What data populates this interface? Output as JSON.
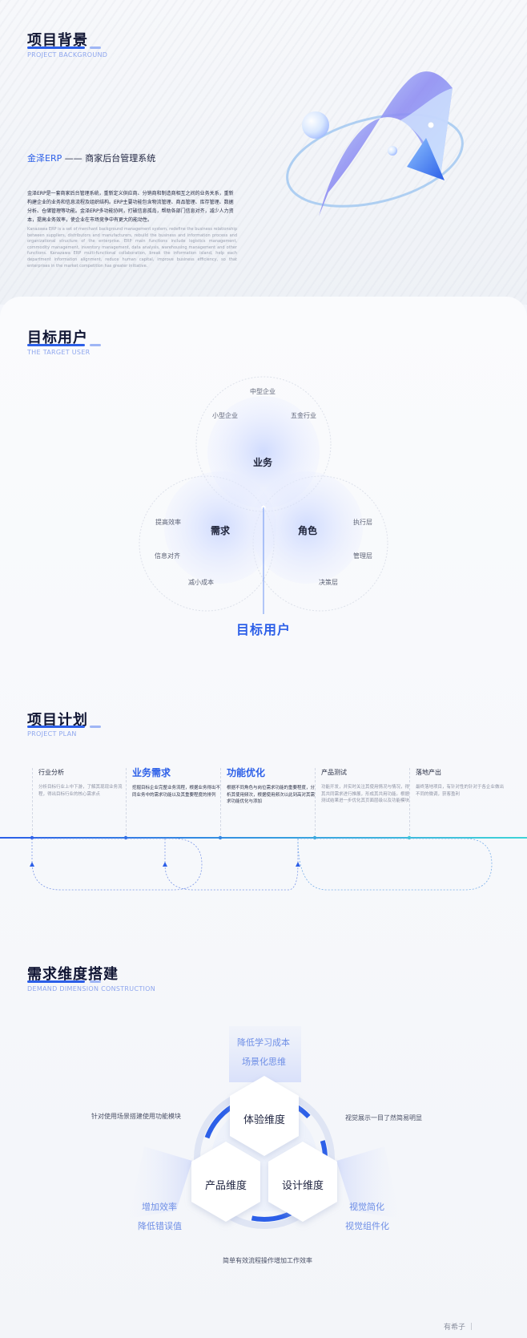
{
  "sections": {
    "background": {
      "title": "项目背景",
      "subtitle": "PROJECT BACKGROUND"
    },
    "target": {
      "title": "目标用户",
      "subtitle": "THE TARGET USER"
    },
    "plan": {
      "title": "项目计划",
      "subtitle": "PROJECT PLAN"
    },
    "demand": {
      "title": "需求维度搭建",
      "subtitle": "DEMAND DIMENSION CONSTRUCTION"
    }
  },
  "background": {
    "brand": "金泽ERP",
    "dash": " —— ",
    "product": "商家后台管理系统",
    "desc_cn": "金泽ERP是一套商家后台管理系统，重新定义供应商、分销商和制造商相互之间的业务关系，重新构建企业的业务和信息流程及组织结构。ERP主要功能包含物流管理、商品管理、库存管理、数据分析、仓储管理等功能。金泽ERP多功能协同，打破信息孤岛，帮助各部门信息对齐，减少人力资本，提高业务效率，使企业在市场竞争中有更大的能动性。",
    "desc_en": "Kanazawa ERP is a set of merchant background management system, redefine the business relationship between suppliers, distributors and manufacturers, rebuild the business and information process and organizational structure of the enterprise. ERP main functions include logistics management, commodity management, inventory management, data analysis, warehousing management and other functions. Kanazawa ERP multi-functional collaboration, break the information island, help each department information alignment, reduce human capital, improve business efficiency, so that enterprises in the market competition has greater initiative."
  },
  "venn": {
    "business": {
      "title": "业务",
      "items": [
        "中型企业",
        "小型企业",
        "五金行业"
      ]
    },
    "demand": {
      "title": "需求",
      "items": [
        "提高效率",
        "信息对齐",
        "减小成本"
      ]
    },
    "role": {
      "title": "角色",
      "items": [
        "执行层",
        "管理层",
        "决策层"
      ]
    },
    "center_label": "目标用户"
  },
  "plan": [
    {
      "title": "行业分析",
      "highlight": false,
      "desc": "分析目标行业上中下游，了解其现现业务流程，得出目标行业的核心需求点"
    },
    {
      "title": "业务需求",
      "highlight": true,
      "desc": "挖掘目标企业完整业务流程，根据业务得出不同业务中的需求功能以及其重要程度的排列"
    },
    {
      "title": "功能优化",
      "highlight": true,
      "desc": "根据不同角色与岗位需求功能的重要程度，分析其使用频次，根据使用频次以此到高对其需求功能优化与添加"
    },
    {
      "title": "产品测试",
      "highlight": false,
      "desc": "功能开发，并实时关注其使用情况与情况，得其共同需求进行推展，形成其共用功能。根据测试结果进一步优化其页面层级以及功能模块"
    },
    {
      "title": "落地产出",
      "highlight": false,
      "desc": "最终落地项目，有针对性的针对于各企业做出不同的微调，获客盈利"
    }
  ],
  "dimension": {
    "top": {
      "label": "体验维度",
      "items": [
        "降低学习成本",
        "场景化思维"
      ]
    },
    "left": {
      "label": "产品维度",
      "items": [
        "增加效率",
        "降低错误值"
      ]
    },
    "right": {
      "label": "设计维度",
      "items": [
        "视觉简化",
        "视觉组件化"
      ]
    },
    "note_left": "针对使用场景搭建使用功能模块",
    "note_right": "视觉展示一目了然简易明显",
    "note_bottom": "简单有效流程操作增加工作效率"
  },
  "footer": {
    "text": "有希子 ｜"
  },
  "colors": {
    "accent": "#2c5fe8",
    "accent_light": "#8ea6ee",
    "cyan": "#3fd4d8"
  }
}
